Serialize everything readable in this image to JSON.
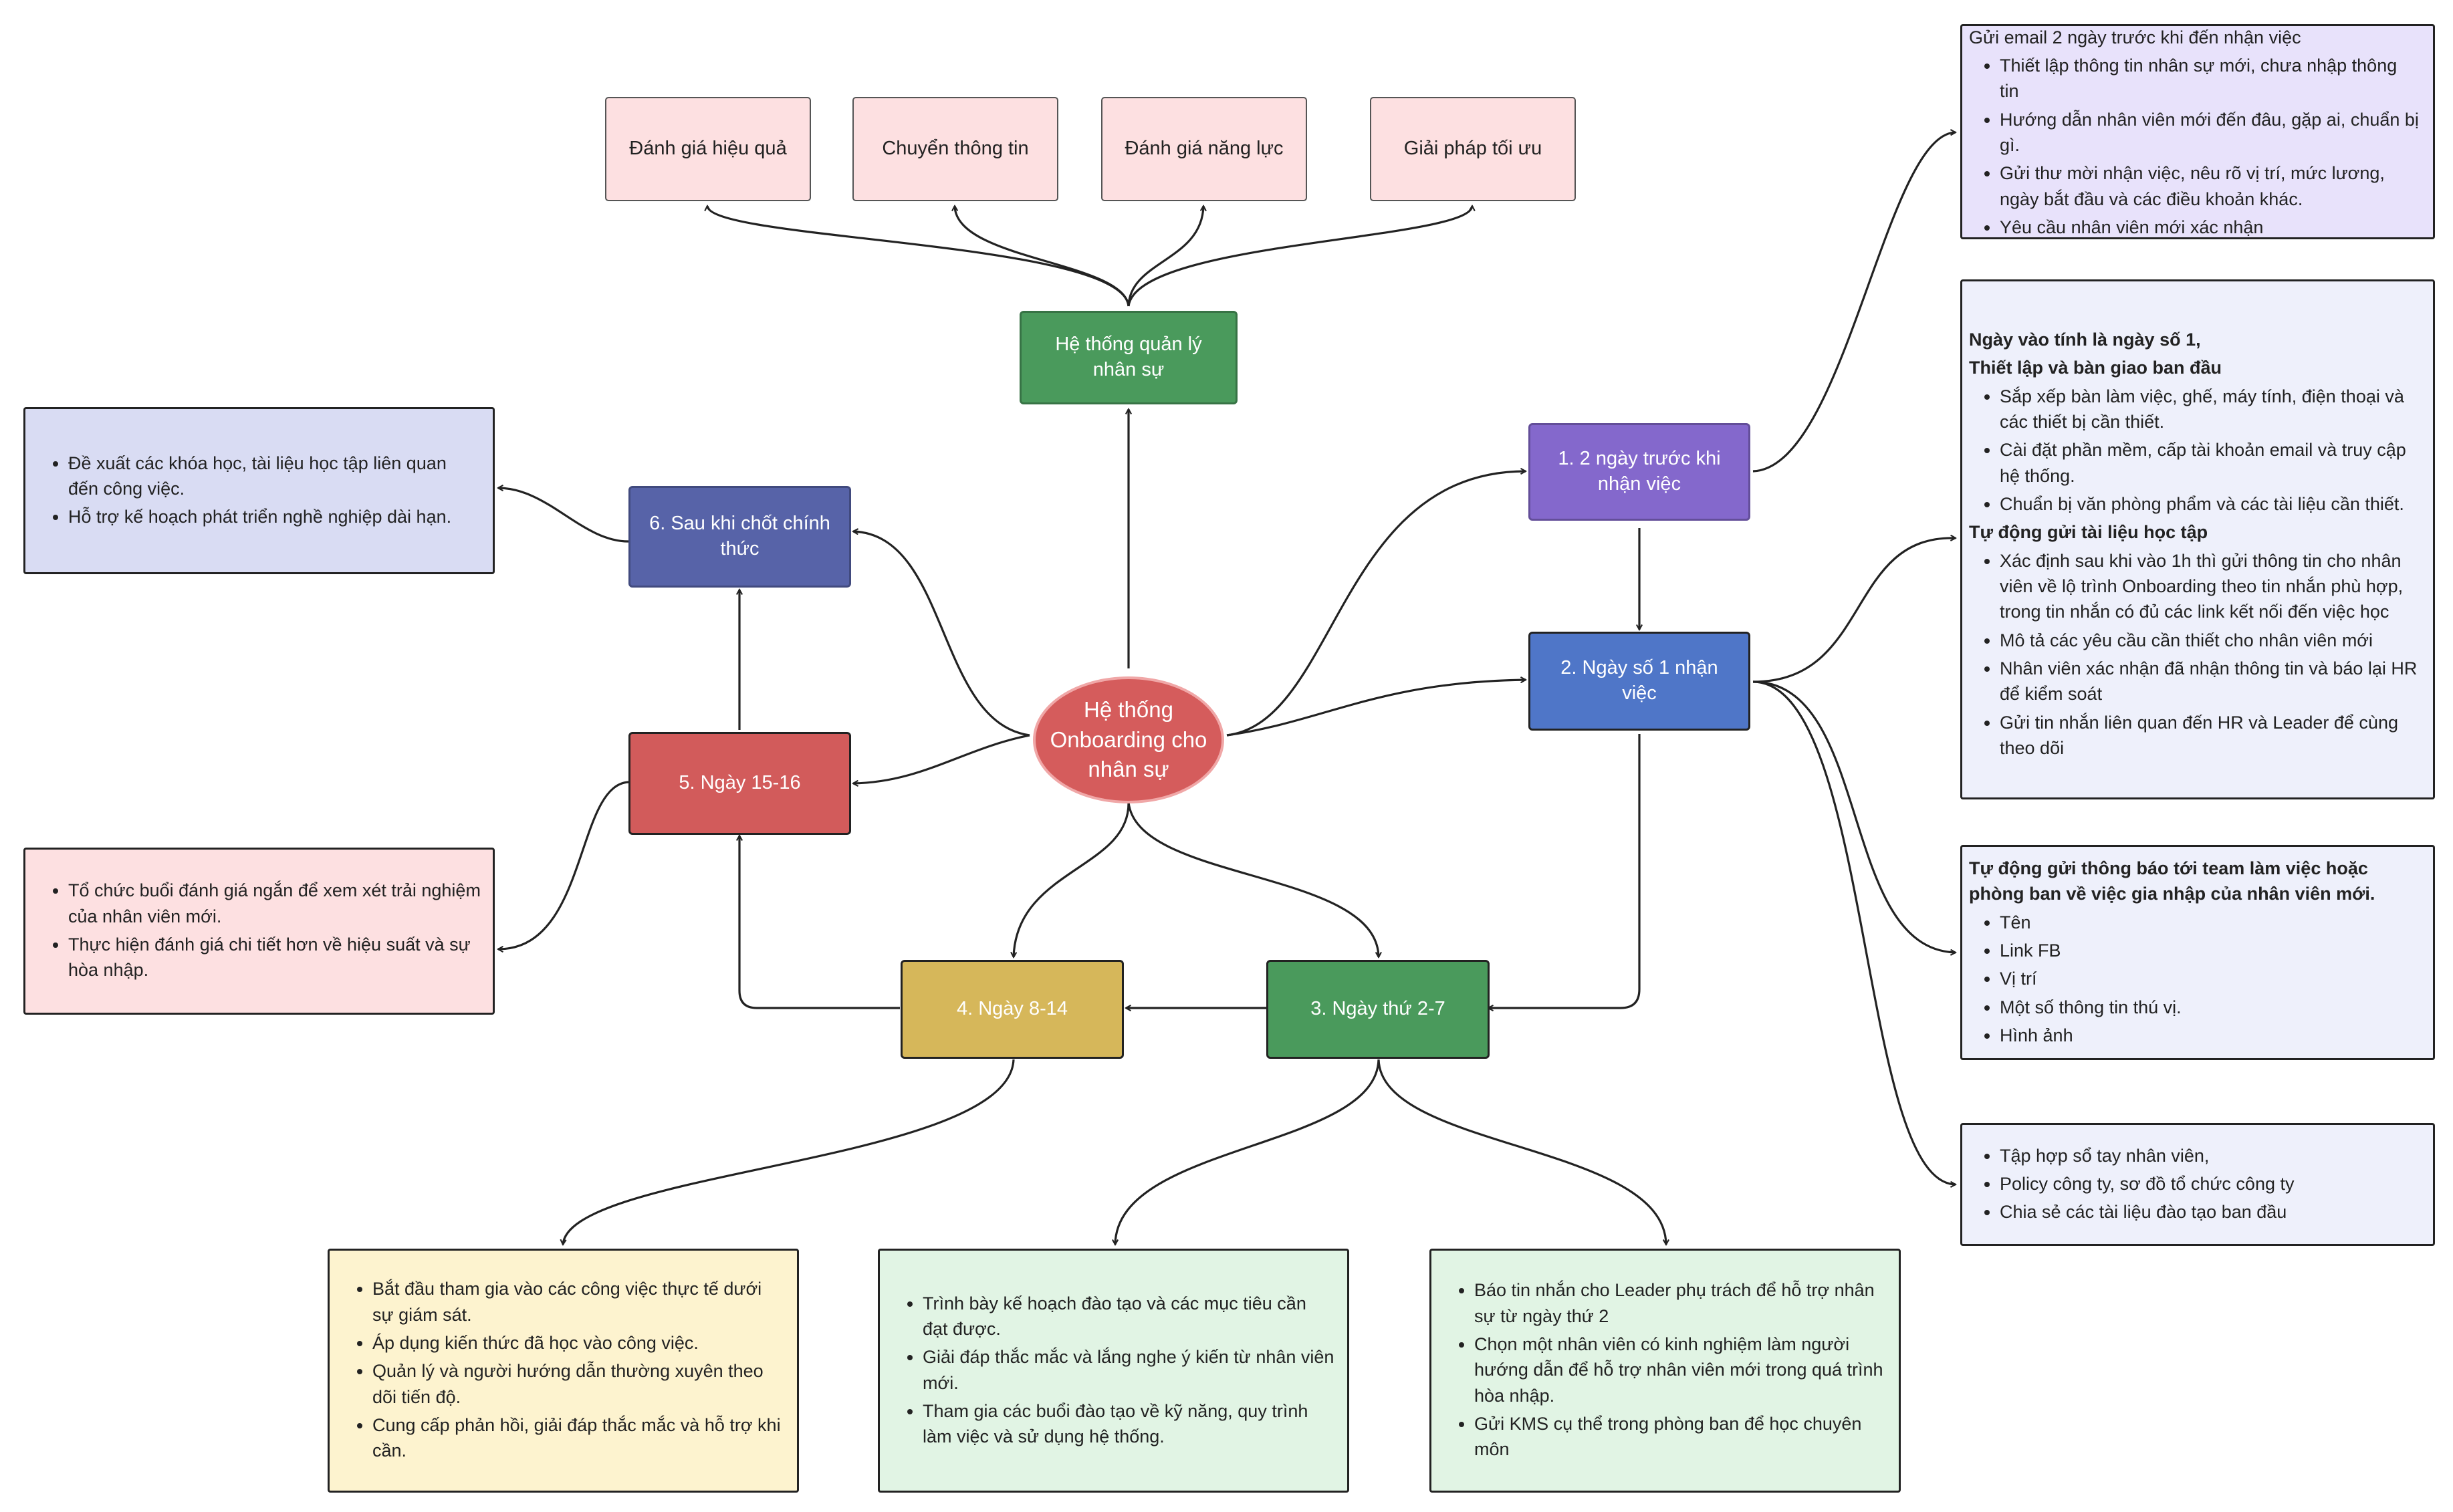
{
  "center": {
    "label": "Hệ thống Onboarding cho nhân sự"
  },
  "hr_system": {
    "label": "Hệ thống quản lý nhân sự"
  },
  "hr_features": [
    "Đánh giá hiệu quả",
    "Chuyển thông tin",
    "Đánh giá năng lực",
    "Giải pháp tối ưu"
  ],
  "steps": {
    "step1": "1.  2 ngày trước khi nhận việc",
    "step2": "2. Ngày số 1 nhận việc",
    "step3": "3. Ngày thứ 2-7",
    "step4": "4. Ngày 8-14",
    "step5": "5. Ngày 15-16",
    "step6": "6. Sau khi chốt chính thức"
  },
  "colors": {
    "step1": "#8468cc",
    "step2": "#4f76c8",
    "step3": "#4a9a5c",
    "step4": "#d6b75a",
    "step5": "#d25b5b",
    "step6": "#5763a8",
    "hr_system": "#4a9a5c",
    "center": "#d55c5c"
  },
  "notes": {
    "pre_hire": {
      "lines": [
        {
          "type": "text",
          "text": "Gửi email 2 ngày trước khi đến nhận việc"
        },
        {
          "type": "bullet",
          "text": "Thiết lập thông tin nhân sự mới, chưa nhập thông tin"
        },
        {
          "type": "bullet",
          "text": "Hướng dẫn nhân viên mới đến đâu, gặp ai, chuẩn bị gì."
        },
        {
          "type": "bullet",
          "text": "Gửi thư mời nhận việc, nêu rõ vị trí, mức lương, ngày bắt đầu và các điều khoản khác."
        },
        {
          "type": "bullet",
          "text": "Yêu cầu nhân viên mới xác nhận"
        }
      ]
    },
    "day1_setup": {
      "lines": [
        {
          "type": "bold",
          "text": "Ngày vào tính là ngày số 1,"
        },
        {
          "type": "bold",
          "text": "Thiết lập và bàn giao ban đầu"
        },
        {
          "type": "bullet",
          "text": "Sắp xếp bàn làm việc, ghế, máy tính, điện thoại và các thiết bị cần thiết."
        },
        {
          "type": "bullet",
          "text": "Cài đặt phần mềm, cấp tài khoản email và truy cập hệ thống."
        },
        {
          "type": "bullet",
          "text": "Chuẩn bị văn phòng phẩm và các tài liệu cần thiết."
        },
        {
          "type": "bold",
          "text": "Tự động gửi tài liệu học tập"
        },
        {
          "type": "bullet",
          "text": "Xác định sau khi vào 1h thì gửi thông tin cho nhân viên về lộ trình Onboarding theo tin nhắn phù hợp, trong tin nhắn có đủ các link kết nối đến việc học"
        },
        {
          "type": "bullet",
          "text": "Mô tả các yêu cầu cần thiết cho nhân viên mới"
        },
        {
          "type": "bullet",
          "text": "Nhân viên xác nhận đã nhận thông tin và báo lại HR để kiểm soát"
        },
        {
          "type": "bullet",
          "text": "Gửi tin nhắn liên quan đến HR và Leader để cùng theo dõi"
        }
      ]
    },
    "day1_announce": {
      "lines": [
        {
          "type": "bold",
          "text": "Tự động gửi thông báo tới team làm việc hoặc phòng ban về việc gia nhập của nhân viên mới."
        },
        {
          "type": "bullet",
          "text": "Tên"
        },
        {
          "type": "bullet",
          "text": "Link FB"
        },
        {
          "type": "bullet",
          "text": "Vị trí"
        },
        {
          "type": "bullet",
          "text": "Một số thông tin thú vị."
        },
        {
          "type": "bullet",
          "text": "Hình ảnh"
        }
      ]
    },
    "day1_docs": {
      "lines": [
        {
          "type": "bullet",
          "text": "Tập hợp sổ tay nhân viên,"
        },
        {
          "type": "bullet",
          "text": "Policy công ty, sơ đồ tổ chức công ty"
        },
        {
          "type": "bullet",
          "text": "Chia sẻ các tài liệu đào tạo ban đầu"
        }
      ]
    },
    "step6_note": {
      "lines": [
        {
          "type": "bullet",
          "text": "Đề xuất các khóa học, tài liệu học tập liên quan đến công việc."
        },
        {
          "type": "bullet",
          "text": "Hỗ trợ kế hoạch phát triển nghề nghiệp dài hạn."
        }
      ]
    },
    "step5_note": {
      "lines": [
        {
          "type": "bullet",
          "text": "Tổ chức buổi đánh giá ngắn để xem xét trải nghiệm của nhân viên mới."
        },
        {
          "type": "bullet",
          "text": "Thực hiện đánh giá chi tiết hơn về hiệu suất và sự hòa nhập."
        }
      ]
    },
    "step4_note": {
      "lines": [
        {
          "type": "bullet",
          "text": "Bắt đầu tham gia vào các công việc thực tế dưới sự giám sát."
        },
        {
          "type": "bullet",
          "text": "Áp dụng kiến thức đã học vào công việc."
        },
        {
          "type": "bullet",
          "text": "Quản lý và người hướng dẫn thường xuyên theo dõi tiến độ."
        },
        {
          "type": "bullet",
          "text": "Cung cấp phản hồi, giải đáp thắc mắc và hỗ trợ khi cần."
        }
      ]
    },
    "step3_training": {
      "lines": [
        {
          "type": "bullet",
          "text": "Trình bày kế hoạch đào tạo và các mục tiêu cần đạt được."
        },
        {
          "type": "bullet",
          "text": "Giải đáp thắc mắc và lắng nghe ý kiến từ nhân viên mới."
        },
        {
          "type": "bullet",
          "text": "Tham gia các buổi đào tạo về kỹ năng, quy trình làm việc và sử dụng hệ thống."
        }
      ]
    },
    "step3_mentor": {
      "lines": [
        {
          "type": "bullet",
          "text": "Báo tin nhắn cho Leader phụ trách để hỗ trợ nhân sự từ ngày thứ 2"
        },
        {
          "type": "bullet",
          "text": "Chọn một nhân viên có kinh nghiệm làm người hướng dẫn để hỗ trợ nhân viên mới trong quá trình hòa nhập."
        },
        {
          "type": "bullet",
          "text": "Gửi KMS cụ thể trong phòng ban để học chuyên môn"
        }
      ]
    }
  }
}
